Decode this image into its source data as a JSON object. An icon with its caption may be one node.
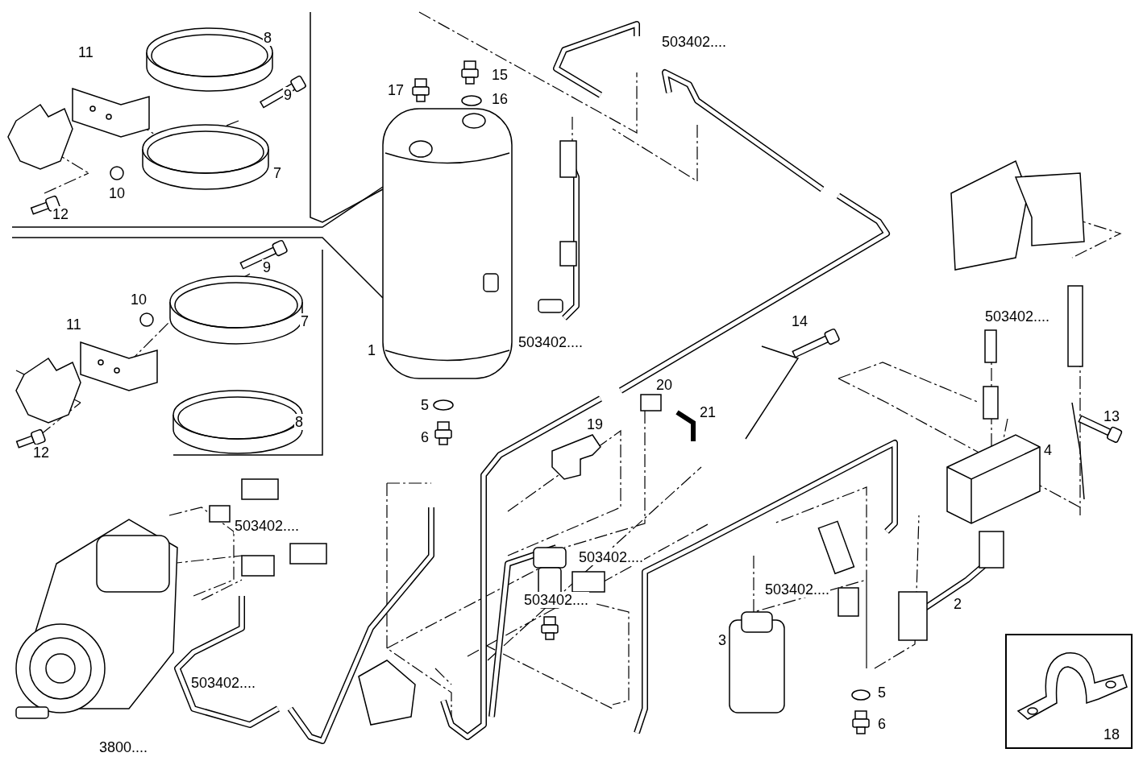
{
  "diagram": {
    "nodes": [
      {
        "text": [
          "18"
        ]
      }
    ],
    "edges": [],
    "labels": [
      "8",
      "503402....",
      "11",
      "15",
      "17",
      "9",
      "16",
      "7",
      "10",
      "12",
      "9",
      "10",
      "7",
      "503402....",
      "14",
      "11",
      "503402....",
      "1",
      "20",
      "5",
      "21",
      "13",
      "8",
      "19",
      "6",
      "4",
      "12",
      "503402....",
      "503402....",
      "503402....",
      "2",
      "503402....",
      "3",
      "503402....",
      "5",
      "6",
      "3800...."
    ]
  }
}
